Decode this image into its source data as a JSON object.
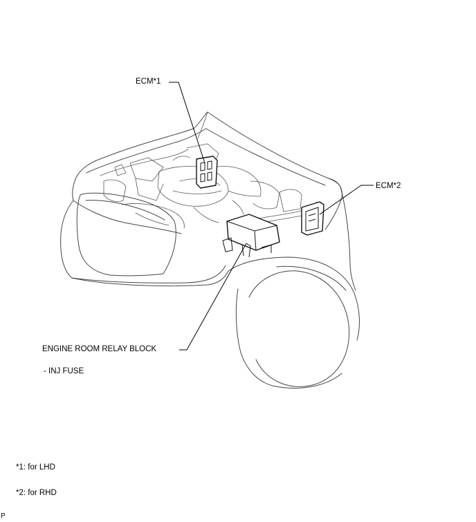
{
  "labels": {
    "ecm1": "ECM*1",
    "ecm2": "ECM*2",
    "relay_block": "ENGINE ROOM RELAY BLOCK",
    "inj_fuse": "- INJ FUSE"
  },
  "notes": {
    "note1": "*1: for LHD",
    "note2": "*2: for RHD"
  },
  "corner_mark": "P"
}
